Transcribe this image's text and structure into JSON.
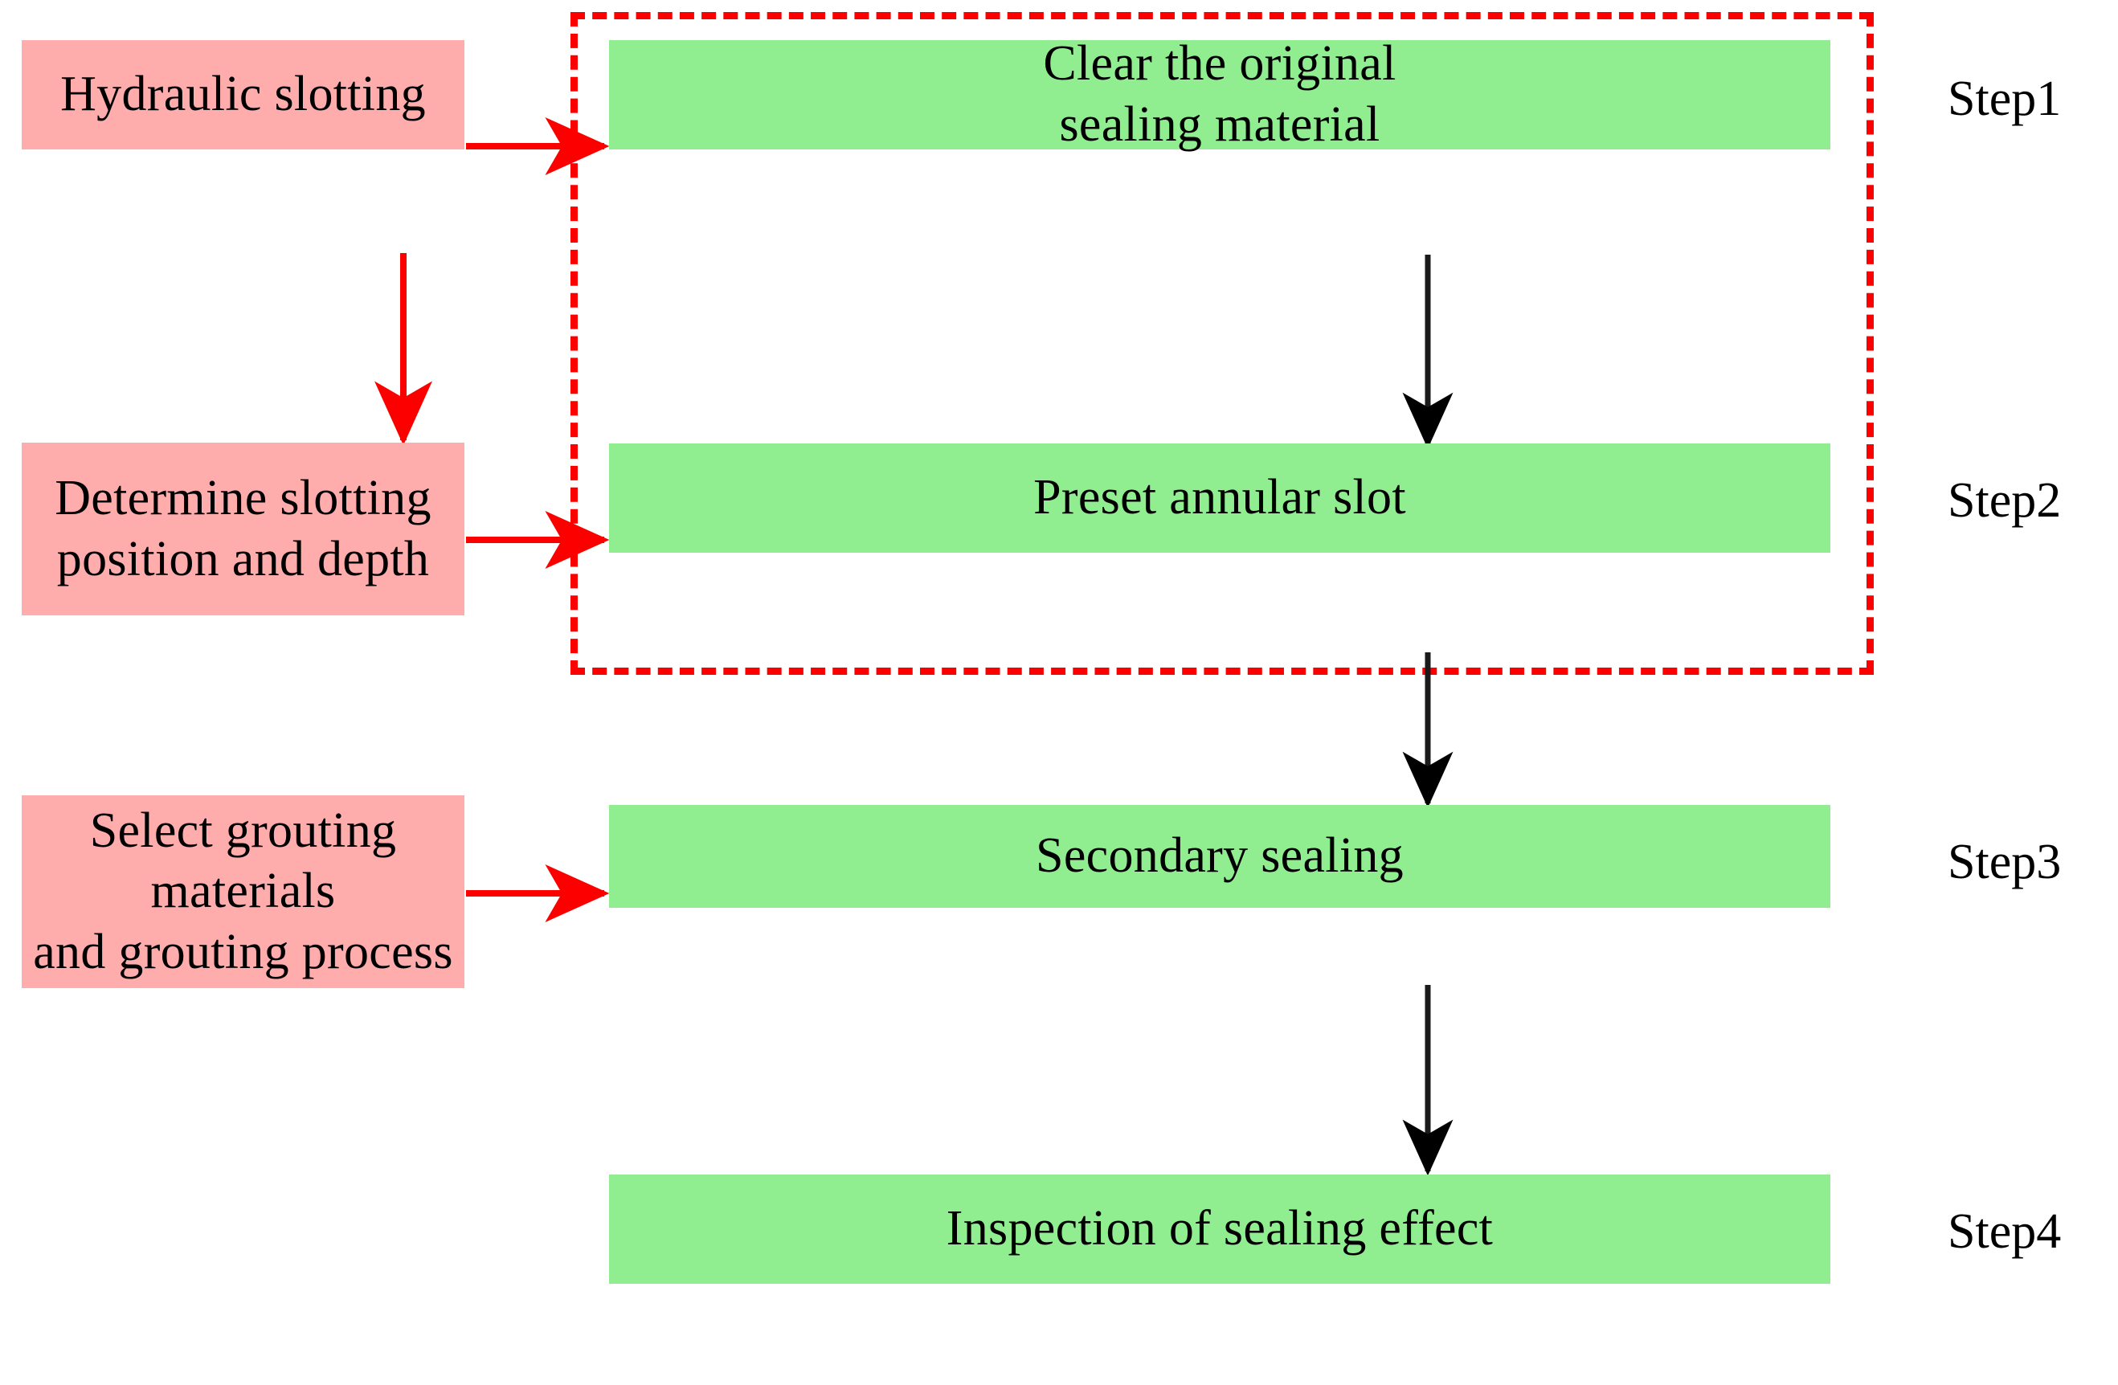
{
  "diagram": {
    "title": "Secondary sealing process flowchart",
    "colors": {
      "pink_fill": "#ffacac",
      "green_fill": "#90ee90",
      "red_stroke": "#fc0000",
      "black_stroke": "#000000",
      "background": "#ffffff"
    }
  },
  "input_nodes": [
    {
      "id": "hydraulic-slotting",
      "label": "Hydraulic slotting"
    },
    {
      "id": "determine-slotting",
      "label": "Determine slotting\nposition and  depth"
    },
    {
      "id": "select-grouting",
      "label": "Select grouting materials\nand grouting process"
    }
  ],
  "process_nodes": [
    {
      "id": "clear-original-sealing-material",
      "label": "Clear the original\nsealing material"
    },
    {
      "id": "preset-annular-slot",
      "label": "Preset annular slot"
    },
    {
      "id": "secondary-sealing",
      "label": "Secondary sealing"
    },
    {
      "id": "inspection-of-sealing-effect",
      "label": "Inspection of sealing effect"
    }
  ],
  "step_labels": [
    {
      "id": "step1",
      "label": "Step1"
    },
    {
      "id": "step2",
      "label": "Step2"
    },
    {
      "id": "step3",
      "label": "Step3"
    },
    {
      "id": "step4",
      "label": "Step4"
    }
  ],
  "connectors": [
    {
      "id": "hydraulic-to-clear",
      "from": "hydraulic-slotting",
      "to": "clear-original-sealing-material",
      "color": "#fc0000",
      "style": "solid",
      "direction": "right"
    },
    {
      "id": "hydraulic-to-determine",
      "from": "hydraulic-slotting",
      "to": "determine-slotting",
      "color": "#fc0000",
      "style": "solid",
      "direction": "down"
    },
    {
      "id": "determine-to-preset",
      "from": "determine-slotting",
      "to": "preset-annular-slot",
      "color": "#fc0000",
      "style": "solid",
      "direction": "right"
    },
    {
      "id": "select-to-secondary",
      "from": "select-grouting",
      "to": "secondary-sealing",
      "color": "#fc0000",
      "style": "solid",
      "direction": "right"
    },
    {
      "id": "clear-to-preset",
      "from": "clear-original-sealing-material",
      "to": "preset-annular-slot",
      "color": "#000000",
      "style": "solid",
      "direction": "down"
    },
    {
      "id": "preset-to-secondary",
      "from": "preset-annular-slot",
      "to": "secondary-sealing",
      "color": "#000000",
      "style": "solid",
      "direction": "down"
    },
    {
      "id": "secondary-to-inspection",
      "from": "secondary-sealing",
      "to": "inspection-of-sealing-effect",
      "color": "#000000",
      "style": "solid",
      "direction": "down"
    }
  ],
  "grouping": {
    "id": "step1-step2-group",
    "style": "dashed",
    "color": "#fc0000"
  }
}
